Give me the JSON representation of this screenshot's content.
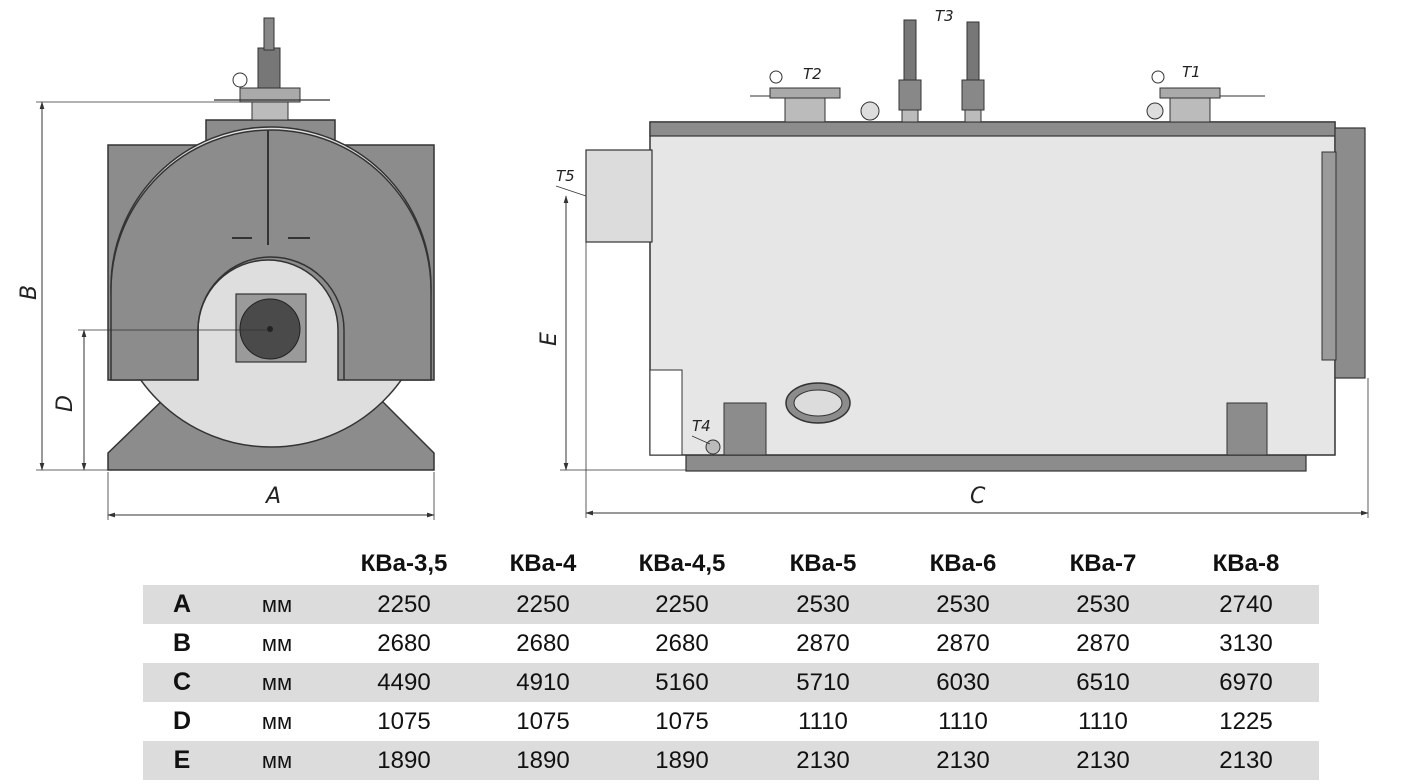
{
  "drawing": {
    "front_view": {
      "dim_labels": {
        "a": "A",
        "b": "B",
        "d": "D"
      }
    },
    "side_view": {
      "dim_labels": {
        "c": "C",
        "e": "E"
      },
      "connection_labels": {
        "t1": "T1",
        "t2": "T2",
        "t3": "T3",
        "t4": "T4",
        "t5": "T5"
      }
    },
    "colors": {
      "body_dark": "#8c8c8c",
      "body_light": "#dedede",
      "shell": "#e6e6e6",
      "outline": "#333333"
    }
  },
  "table": {
    "headers": [
      "",
      "",
      "КВа-3,5",
      "КВа-4",
      "КВа-4,5",
      "КВа-5",
      "КВа-6",
      "КВа-7",
      "КВа-8"
    ],
    "rows": [
      {
        "dim": "A",
        "unit": "мм",
        "values": [
          "2250",
          "2250",
          "2250",
          "2530",
          "2530",
          "2530",
          "2740"
        ]
      },
      {
        "dim": "B",
        "unit": "мм",
        "values": [
          "2680",
          "2680",
          "2680",
          "2870",
          "2870",
          "2870",
          "3130"
        ]
      },
      {
        "dim": "C",
        "unit": "мм",
        "values": [
          "4490",
          "4910",
          "5160",
          "5710",
          "6030",
          "6510",
          "6970"
        ]
      },
      {
        "dim": "D",
        "unit": "мм",
        "values": [
          "1075",
          "1075",
          "1075",
          "1110",
          "1110",
          "1110",
          "1225"
        ]
      },
      {
        "dim": "E",
        "unit": "мм",
        "values": [
          "1890",
          "1890",
          "1890",
          "2130",
          "2130",
          "2130",
          "2130"
        ]
      }
    ]
  }
}
